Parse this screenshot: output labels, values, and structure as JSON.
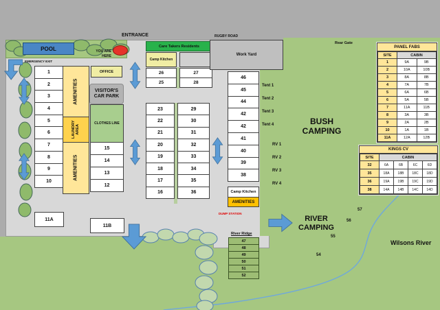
{
  "labels": {
    "entrance": "ENTRANCE",
    "rugby_road": "RUGBY ROAD",
    "rear_gate": "Rear Gate",
    "emergency_exit": "EMERGENCY EXIT",
    "pool": "POOL",
    "you_are_here": "YOU ARE HERE",
    "office": "OFFICE",
    "visitors_car_park": "VISITOR'S CAR PARK",
    "amenities_top": "AMENITIES",
    "laundry_area": "LAUNDRY AREA",
    "amenities_bottom": "AMENITIES",
    "clothes_line": "CLOTHES LINE",
    "care_takers": "Care Takers Residents",
    "camp_kitchen_top": "Camp Kitchen",
    "work_yard": "Work Yard",
    "camp_kitchen_east": "Camp Kitchen",
    "amenities_east": "AMENITIES",
    "dump_station": "DUMP STATION",
    "bush_camping": "BUSH CAMPING",
    "river_camping": "RIVER CAMPING",
    "wilsons_river": "Wilsons River",
    "river_ridge": "River Ridge"
  },
  "sites": {
    "left_col": [
      "1",
      "2",
      "3",
      "4",
      "5",
      "6",
      "7",
      "8",
      "9",
      "10"
    ],
    "inner_col": [
      "15",
      "14",
      "13",
      "12"
    ],
    "site_11a": "11A",
    "site_11b": "11B",
    "block_left": [
      "26",
      "25"
    ],
    "block_right": [
      "27",
      "28"
    ],
    "mid_left": [
      "23",
      "22",
      "21",
      "20",
      "19",
      "18",
      "17",
      "16"
    ],
    "mid_right": [
      "29",
      "30",
      "31",
      "32",
      "33",
      "34",
      "35",
      "36"
    ],
    "east_col": [
      "46",
      "45",
      "44",
      "42",
      "42",
      "41",
      "40",
      "39",
      "38"
    ],
    "tents": [
      "Tent 1",
      "Tent 2",
      "Tent 3",
      "Tent 4"
    ],
    "rvs": [
      "RV 1",
      "RV 2",
      "RV 3",
      "RV 4"
    ],
    "river_ridge_sites": [
      "47",
      "48",
      "49",
      "50",
      "51",
      "52"
    ],
    "river_scatter": [
      "57",
      "56",
      "55",
      "54"
    ]
  },
  "panel_fabs": {
    "title": "PANEL FABS",
    "col_site": "SITE",
    "col_cabin": "CABIN",
    "rows": [
      [
        "1",
        "9A",
        "9B"
      ],
      [
        "2",
        "10A",
        "10B"
      ],
      [
        "3",
        "8A",
        "8B"
      ],
      [
        "4",
        "7A",
        "7B"
      ],
      [
        "5",
        "6A",
        "6B"
      ],
      [
        "6",
        "5A",
        "5B"
      ],
      [
        "7",
        "11A",
        "11B"
      ],
      [
        "8",
        "3A",
        "3B"
      ],
      [
        "9",
        "2A",
        "2B"
      ],
      [
        "10",
        "1A",
        "1B"
      ],
      [
        "11A",
        "12A",
        "12B"
      ]
    ]
  },
  "kings_cv": {
    "title": "KINGS CV",
    "col_site": "SITE",
    "col_cabin": "CABIN",
    "rows": [
      [
        "32",
        "6A",
        "6B",
        "6C",
        "6D"
      ],
      [
        "35",
        "18A",
        "18B",
        "18C",
        "18D"
      ],
      [
        "36",
        "19A",
        "19B",
        "19C",
        "19D"
      ],
      [
        "38",
        "14A",
        "14B",
        "14C",
        "14D"
      ]
    ]
  },
  "colors": {
    "road_gray": "#d8d8d8",
    "grass_green": "#a6c781",
    "pool_blue": "#4a86c5",
    "arrow_blue": "#5b9bd5",
    "caretaker_green": "#28b24b",
    "amenities_yellow": "#ffe699",
    "laundry_yellow": "#ffd24d",
    "amenities_orange": "#ffc000",
    "table_yellow": "#ffe699",
    "marker_red": "#e5332a"
  }
}
